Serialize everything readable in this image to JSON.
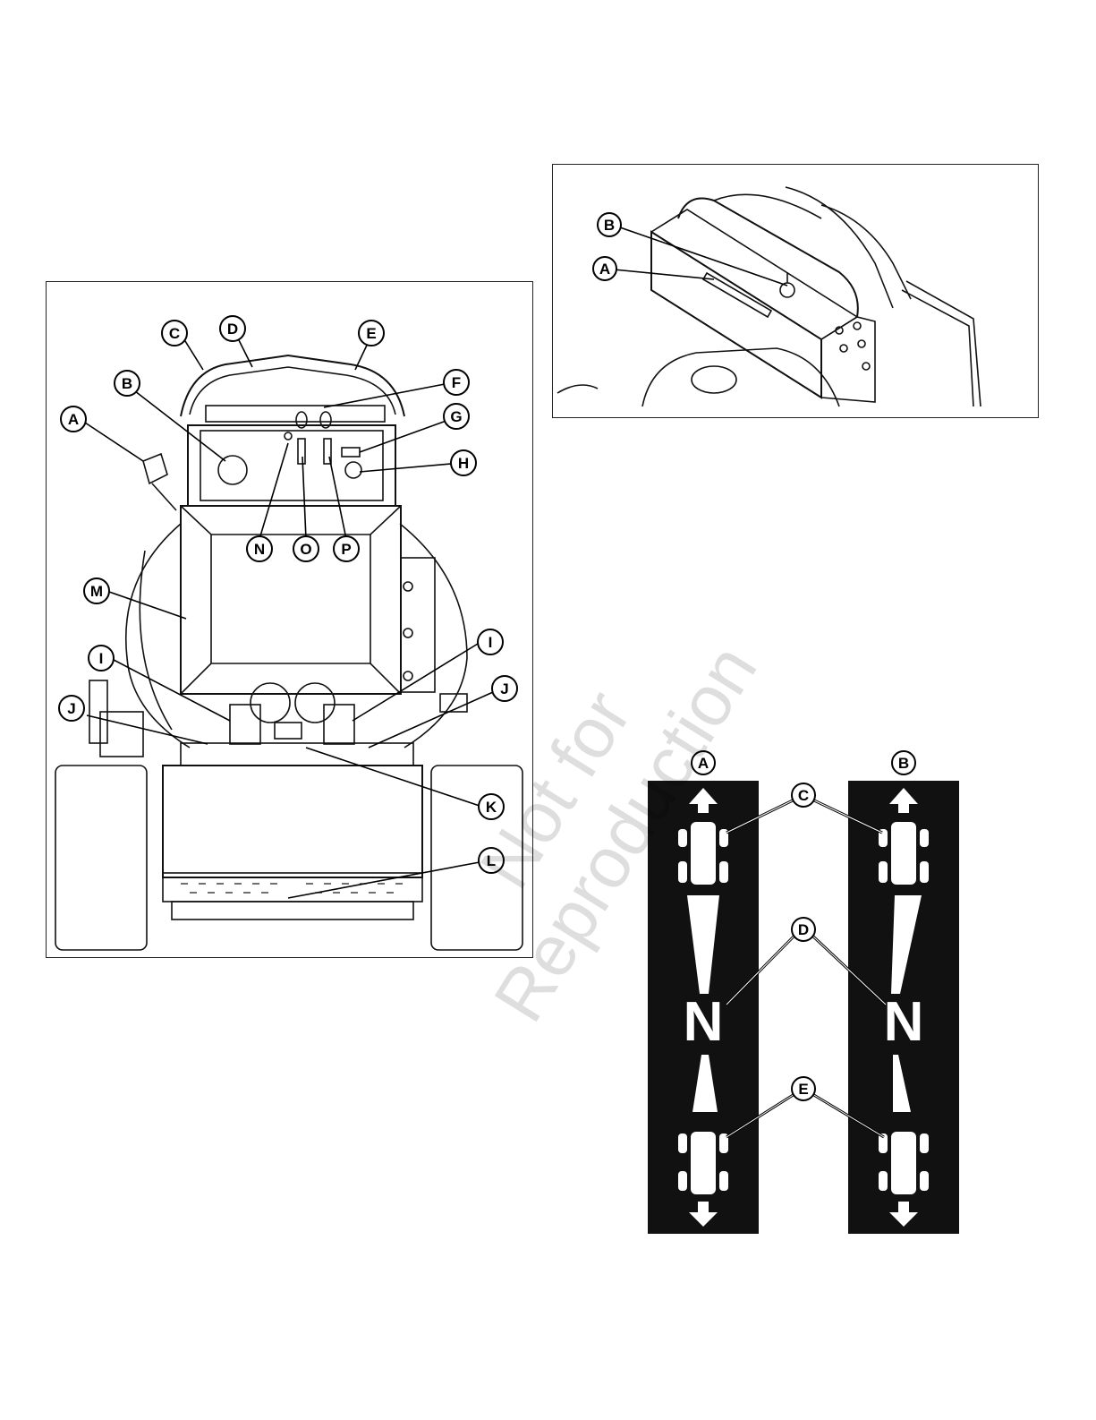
{
  "figure_left": {
    "callouts": [
      "A",
      "B",
      "C",
      "D",
      "E",
      "F",
      "G",
      "H",
      "I",
      "I",
      "J",
      "J",
      "K",
      "L",
      "M",
      "N",
      "O",
      "P"
    ]
  },
  "figure_right_top": {
    "callouts": [
      "A",
      "B"
    ]
  },
  "decal": {
    "callouts": [
      "A",
      "B",
      "C",
      "D",
      "E"
    ],
    "neutral_letter": "N"
  },
  "watermark": {
    "line1": "Not for",
    "line2": "Reproduction"
  },
  "footer": {
    "text": " "
  }
}
